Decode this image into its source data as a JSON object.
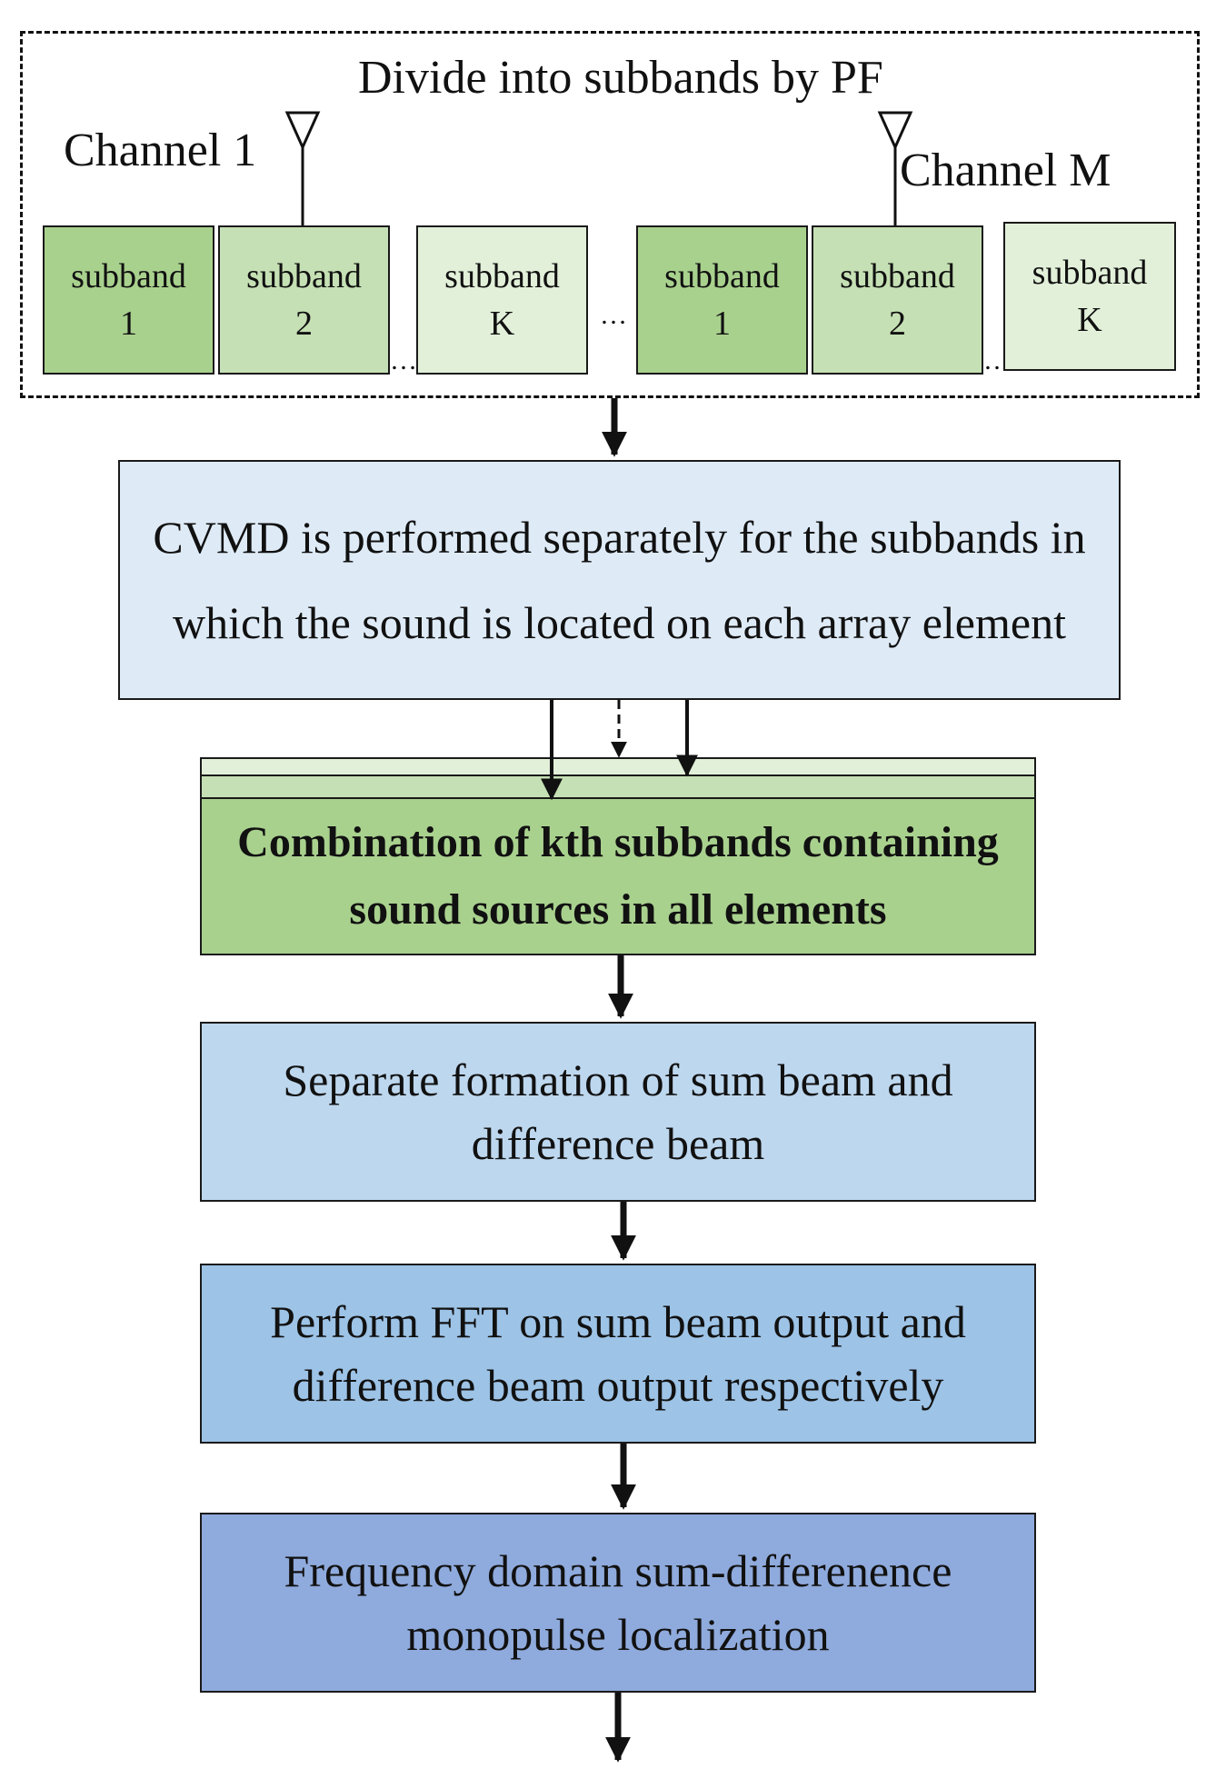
{
  "stage1": {
    "title": "Divide into subbands by PF",
    "channel_first": "Channel 1",
    "channel_last": "Channel M",
    "channel1_subbands": [
      {
        "line1": "subband",
        "line2": "1"
      },
      {
        "line1": "subband",
        "line2": "2"
      },
      {
        "line1": "subband",
        "line2": "K"
      }
    ],
    "channelM_subbands": [
      {
        "line1": "subband",
        "line2": "1"
      },
      {
        "line1": "subband",
        "line2": "2"
      },
      {
        "line1": "subband",
        "line2": "K"
      }
    ],
    "ellipsis": "…",
    "between_channels": "…"
  },
  "steps": {
    "cvmd": "CVMD  is performed separately for the subbands in which the sound is located on each array element",
    "combination": "Combination of kth subbands containing sound sources in all elements",
    "beam": "Separate formation of sum beam and difference beam",
    "fft": "Perform FFT on sum beam output and difference beam output respectively",
    "localization": "Frequency domain sum-differenence monopulse localization"
  },
  "colors": {
    "subband_dark": "#a9d18e",
    "subband_mid": "#c5e0b4",
    "subband_light": "#e2f0d9",
    "cvmd_fill": "#deebf7",
    "combination_fill": "#a9d18e",
    "beam_fill": "#bdd7ee",
    "fft_fill": "#9dc3e6",
    "localization_fill": "#8faadc"
  }
}
